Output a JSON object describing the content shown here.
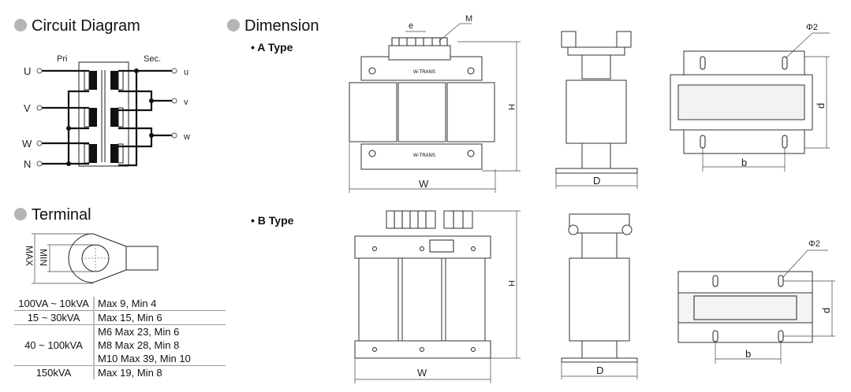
{
  "circuit": {
    "title": "Circuit Diagram",
    "pri_label": "Pri",
    "sec_label": "Sec.",
    "primary_terminals": [
      "U",
      "V",
      "W",
      "N"
    ],
    "secondary_terminals": [
      "u",
      "v",
      "w"
    ]
  },
  "terminal": {
    "title": "Terminal",
    "max_label": "MAX",
    "min_label": "MIN",
    "table": [
      {
        "range": "100VA ~ 10kVA",
        "values": [
          "Max 9,  Min 4"
        ]
      },
      {
        "range": "15 ~ 30kVA",
        "values": [
          "Max 15,  Min 6"
        ]
      },
      {
        "range": "40 ~ 100kVA",
        "values": [
          "M6   Max 23,  Min 6",
          "M8   Max 28,  Min 8",
          "M10 Max 39,  Min 10"
        ]
      },
      {
        "range": "150kVA",
        "values": [
          "Max 19,  Min 8"
        ]
      }
    ]
  },
  "dimension": {
    "title": "Dimension",
    "a_type": {
      "label": "• A Type",
      "e": "e",
      "m": "M",
      "h": "H",
      "w": "W",
      "d": "D",
      "phi": "Φ2",
      "dd": "d",
      "b": "b",
      "nameplate": "W-TRANS"
    },
    "b_type": {
      "label": "• B Type",
      "h": "H",
      "w": "W",
      "d": "D",
      "phi": "Φ2",
      "dd": "d",
      "b": "b"
    }
  },
  "colors": {
    "bullet": "#b5b5b5"
  }
}
